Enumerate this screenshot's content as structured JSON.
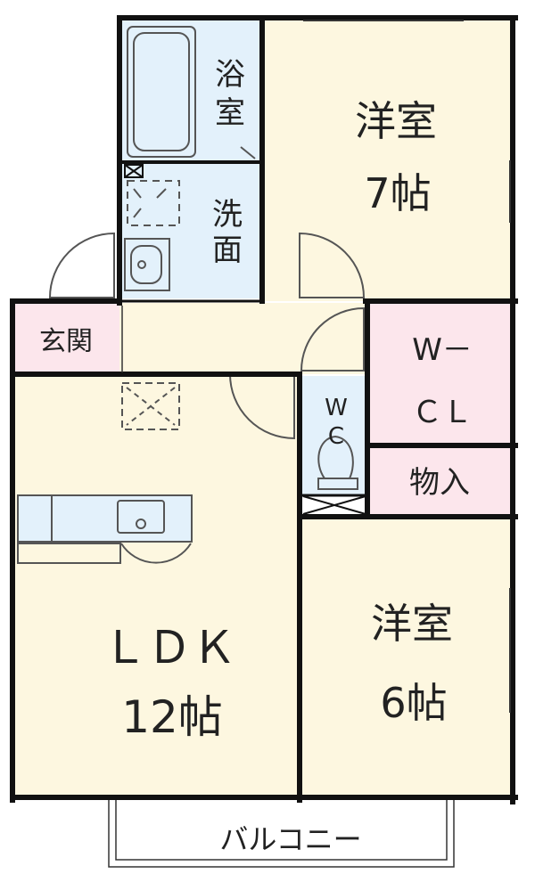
{
  "rooms": {
    "bath": {
      "name_line1": "浴",
      "name_line2": "室"
    },
    "washroom": {
      "name_line1": "洗",
      "name_line2": "面"
    },
    "western_7": {
      "name": "洋室",
      "size": "7帖"
    },
    "entrance": {
      "name": "玄関"
    },
    "wic": {
      "name_line1": "W－",
      "name_line2": "ＣＬ"
    },
    "wc": {
      "name_line1": "W",
      "name_line2": "C"
    },
    "storage": {
      "name": "物入"
    },
    "ldk": {
      "name": "ＬＤＫ",
      "size": "12帖"
    },
    "western_6": {
      "name": "洋室",
      "size": "6帖"
    },
    "balcony": {
      "name": "バルコニー"
    }
  },
  "colors": {
    "wood_floor": "#fdf7e0",
    "wet_area": "#e3f1fb",
    "closet": "#fce6ec",
    "wall": "#111111",
    "fixture": "#555555"
  }
}
